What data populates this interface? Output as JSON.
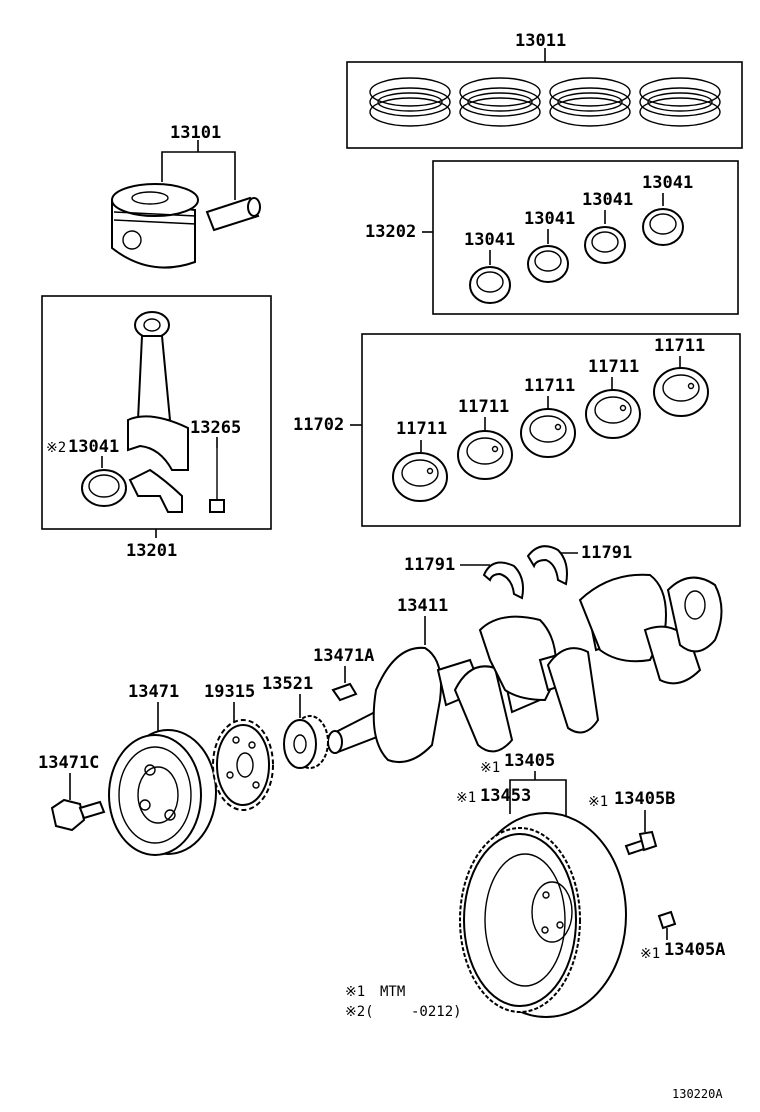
{
  "labels": {
    "p13011": "13011",
    "p13101": "13101",
    "p13202": "13202",
    "p13041_a": "13041",
    "p13041_b": "13041",
    "p13041_c": "13041",
    "p13041_d": "13041",
    "p13041_rod": "13041",
    "p13265": "13265",
    "p13201": "13201",
    "p11702": "11702",
    "p11711_a": "11711",
    "p11711_b": "11711",
    "p11711_c": "11711",
    "p11711_d": "11711",
    "p11711_e": "11711",
    "p11791_a": "11791",
    "p11791_b": "11791",
    "p13411": "13411",
    "p13471A": "13471A",
    "p13471": "13471",
    "p19315": "19315",
    "p13521": "13521",
    "p13471C": "13471C",
    "p13405": "13405",
    "p13453": "13453",
    "p13405B": "13405B",
    "p13405A": "13405A"
  },
  "marks": {
    "m1": "※1",
    "m2": "※2"
  },
  "notes": {
    "note1_mark": "※1",
    "note1_text": "MTM",
    "note2_mark": "※2(",
    "note2_text": "-0212)"
  },
  "figure_code": "130220A"
}
